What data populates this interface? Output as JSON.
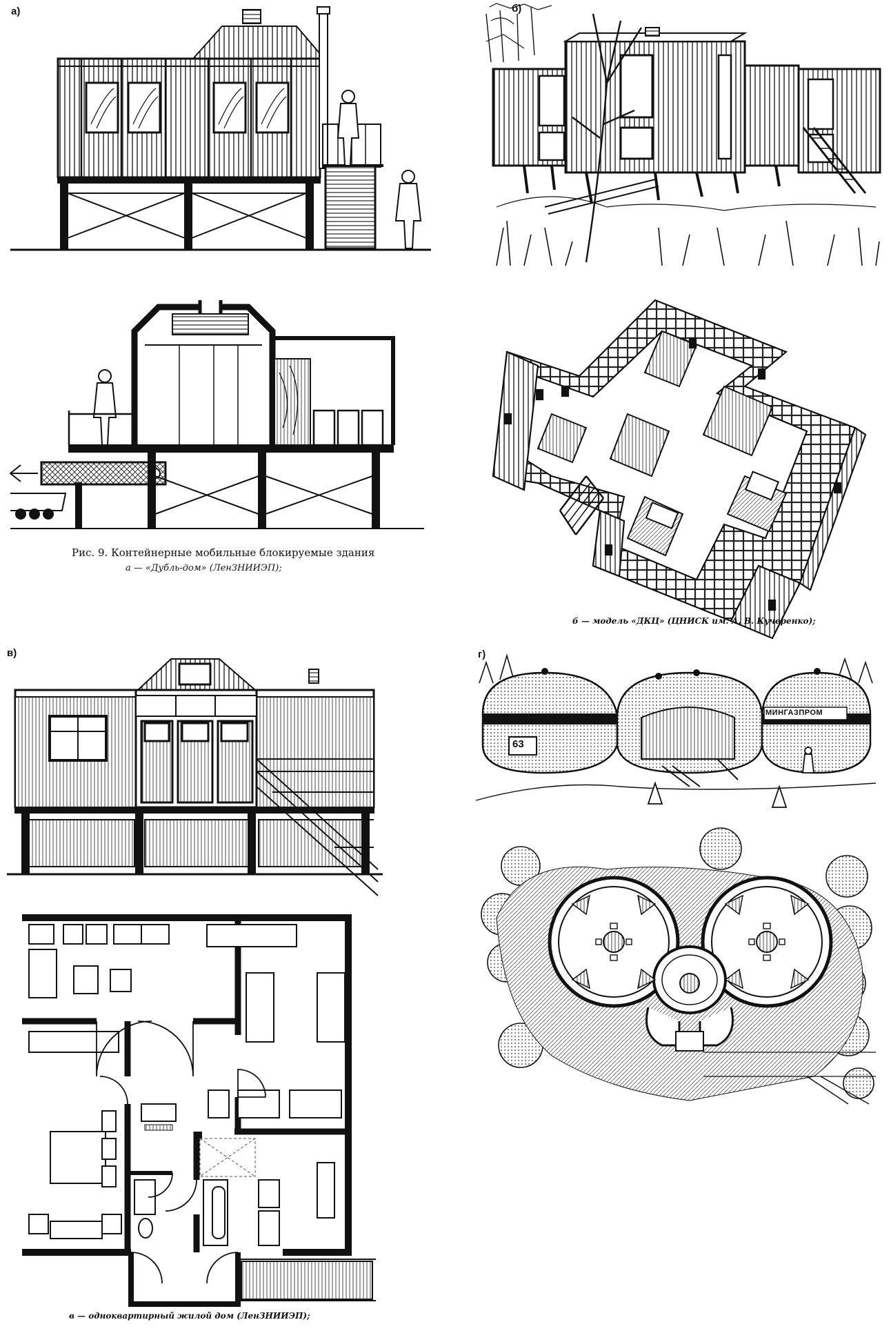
{
  "panel_labels": {
    "a": "а)",
    "b": "б)",
    "v": "в)",
    "g": "г)"
  },
  "captions": {
    "figure_title": "Рис. 9. Контейнерные мобильные блокируемые здания",
    "a": "а — «Дубль-дом» (ЛенЗНИИЭП);",
    "b": "б — модель «ДКЦ» (ЦНИСК им. А. В. Кучеренко);",
    "v": "в — одноквартирный жилой дом (ЛенЗНИИЭП);"
  },
  "inscriptions": {
    "pod_sign": "МИНГАЗПРОМ",
    "pod_number": "63"
  },
  "colors": {
    "ink": "#111111",
    "paper": "#ffffff",
    "hatch": "#444444"
  }
}
